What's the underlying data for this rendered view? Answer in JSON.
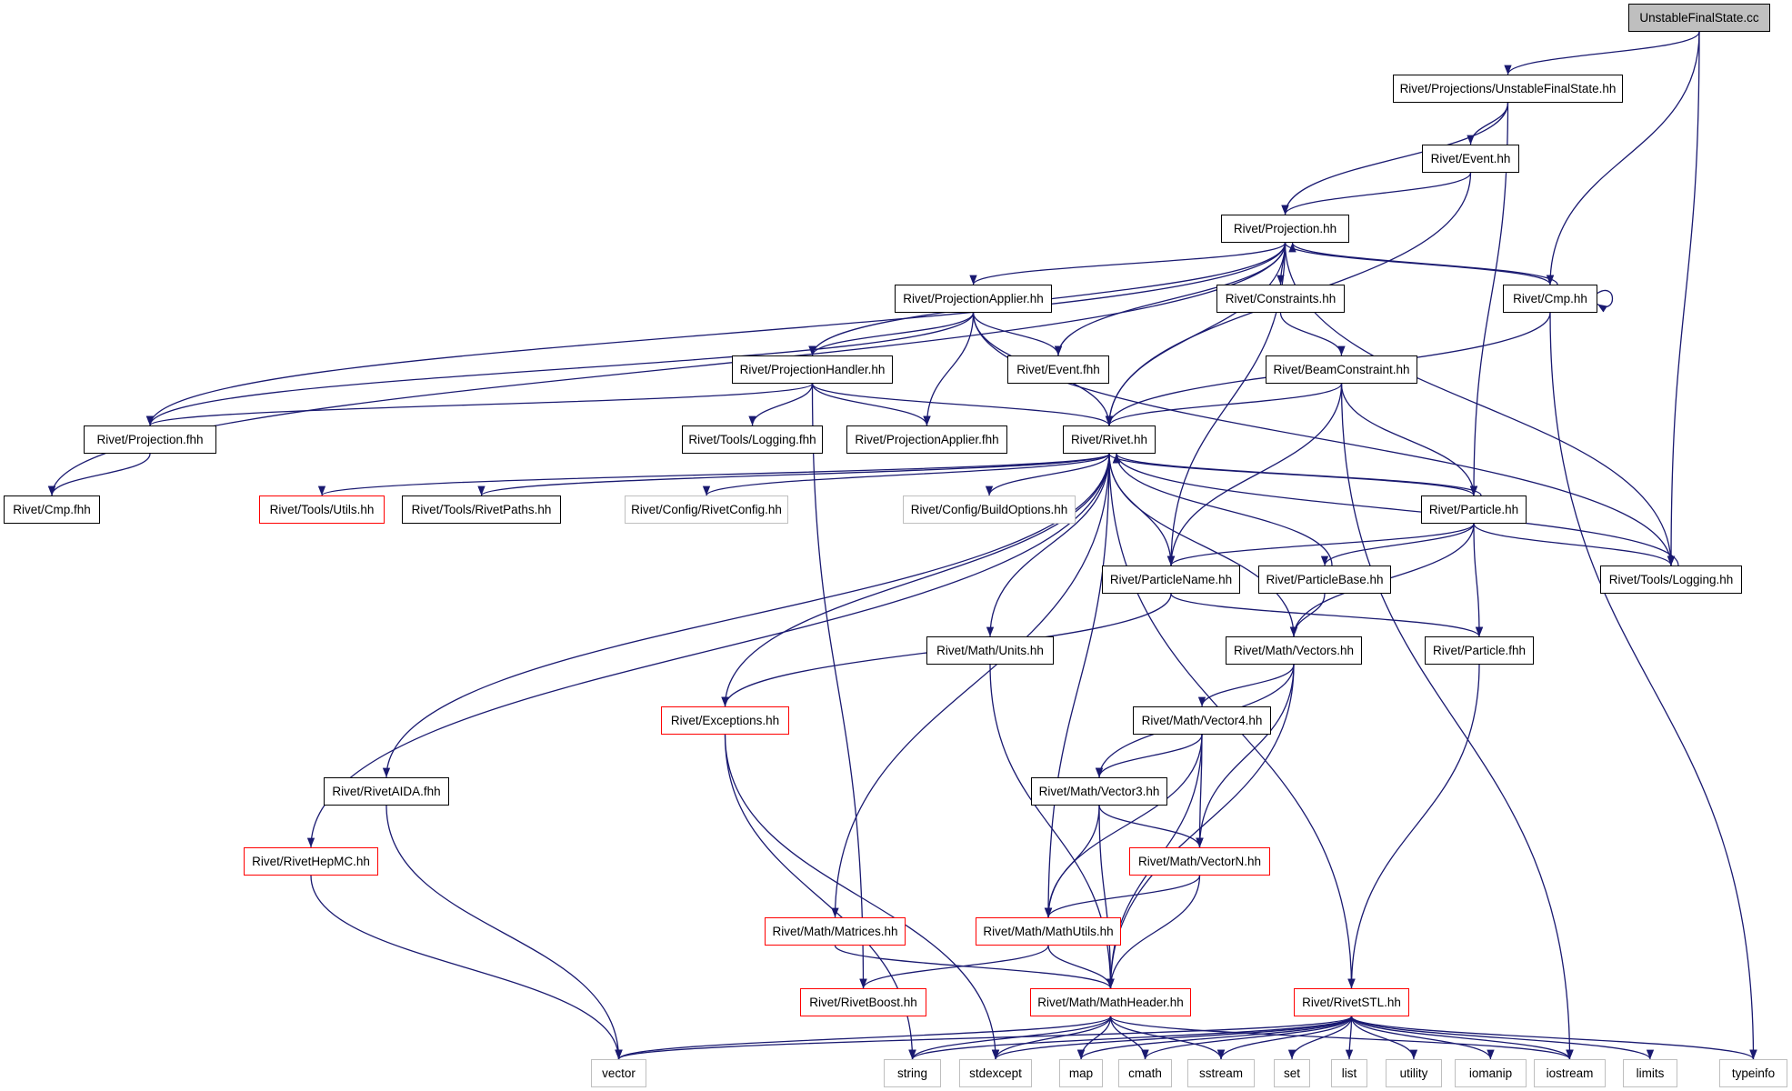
{
  "nodes": {
    "root": "UnstableFinalState.cc",
    "ufs_hh": "Rivet/Projections/UnstableFinalState.hh",
    "event_hh": "Rivet/Event.hh",
    "projection_hh": "Rivet/Projection.hh",
    "projapplier_hh": "Rivet/ProjectionApplier.hh",
    "constraints_hh": "Rivet/Constraints.hh",
    "cmp_hh": "Rivet/Cmp.hh",
    "projhandler_hh": "Rivet/ProjectionHandler.hh",
    "event_fhh": "Rivet/Event.fhh",
    "beamconstraint_hh": "Rivet/BeamConstraint.hh",
    "projection_fhh": "Rivet/Projection.fhh",
    "logging_fhh": "Rivet/Tools/Logging.fhh",
    "projapplier_fhh": "Rivet/ProjectionApplier.fhh",
    "rivet_hh": "Rivet/Rivet.hh",
    "cmp_fhh": "Rivet/Cmp.fhh",
    "utils_hh": "Rivet/Tools/Utils.hh",
    "rivetpaths_hh": "Rivet/Tools/RivetPaths.hh",
    "rivetconfig_hh": "Rivet/Config/RivetConfig.hh",
    "buildoptions_hh": "Rivet/Config/BuildOptions.hh",
    "particle_hh": "Rivet/Particle.hh",
    "particlename_hh": "Rivet/ParticleName.hh",
    "particlebase_hh": "Rivet/ParticleBase.hh",
    "logging_hh": "Rivet/Tools/Logging.hh",
    "units_hh": "Rivet/Math/Units.hh",
    "vectors_hh": "Rivet/Math/Vectors.hh",
    "particle_fhh": "Rivet/Particle.fhh",
    "exceptions_hh": "Rivet/Exceptions.hh",
    "vector4_hh": "Rivet/Math/Vector4.hh",
    "rivetaida_fhh": "Rivet/RivetAIDA.fhh",
    "vector3_hh": "Rivet/Math/Vector3.hh",
    "rivethepmc_hh": "Rivet/RivetHepMC.hh",
    "vectorn_hh": "Rivet/Math/VectorN.hh",
    "matrices_hh": "Rivet/Math/Matrices.hh",
    "mathutils_hh": "Rivet/Math/MathUtils.hh",
    "rivetboost_hh": "Rivet/RivetBoost.hh",
    "mathheader_hh": "Rivet/Math/MathHeader.hh",
    "rivetstl_hh": "Rivet/RivetSTL.hh",
    "vector": "vector",
    "string": "string",
    "stdexcept": "stdexcept",
    "map": "map",
    "cmath": "cmath",
    "sstream": "sstream",
    "set": "set",
    "list": "list",
    "utility": "utility",
    "iomanip": "iomanip",
    "iostream": "iostream",
    "limits": "limits",
    "typeinfo": "typeinfo"
  },
  "colors": {
    "edge": "#191970",
    "node_border": "#000000",
    "external_border": "#bfbfbf",
    "incomplete_border": "#ff0000",
    "root_fill": "#bfbfbf"
  },
  "edges": [
    [
      "root",
      "ufs_hh"
    ],
    [
      "root",
      "cmp_hh"
    ],
    [
      "root",
      "logging_hh"
    ],
    [
      "ufs_hh",
      "projection_hh"
    ],
    [
      "ufs_hh",
      "event_hh"
    ],
    [
      "ufs_hh",
      "particle_hh"
    ],
    [
      "event_hh",
      "projection_hh"
    ],
    [
      "event_hh",
      "rivet_hh"
    ],
    [
      "projection_hh",
      "projapplier_hh"
    ],
    [
      "projection_hh",
      "projhandler_hh"
    ],
    [
      "projection_hh",
      "event_fhh"
    ],
    [
      "projection_hh",
      "constraints_hh"
    ],
    [
      "projection_hh",
      "cmp_hh"
    ],
    [
      "projection_hh",
      "rivet_hh"
    ],
    [
      "projection_hh",
      "projection_fhh"
    ],
    [
      "projection_hh",
      "cmp_fhh"
    ],
    [
      "projection_hh",
      "particlename_hh"
    ],
    [
      "projection_hh",
      "logging_hh"
    ],
    [
      "cmp_hh",
      "projection_hh"
    ],
    [
      "cmp_hh",
      "cmp_hh"
    ],
    [
      "cmp_hh",
      "rivet_hh"
    ],
    [
      "cmp_hh",
      "typeinfo"
    ],
    [
      "projapplier_hh",
      "projhandler_hh"
    ],
    [
      "projapplier_hh",
      "event_fhh"
    ],
    [
      "projapplier_hh",
      "projapplier_fhh"
    ],
    [
      "projapplier_hh",
      "rivet_hh"
    ],
    [
      "projapplier_hh",
      "projection_fhh"
    ],
    [
      "projapplier_hh",
      "logging_hh"
    ],
    [
      "constraints_hh",
      "beamconstraint_hh"
    ],
    [
      "beamconstraint_hh",
      "rivet_hh"
    ],
    [
      "beamconstraint_hh",
      "particle_hh"
    ],
    [
      "beamconstraint_hh",
      "particlename_hh"
    ],
    [
      "beamconstraint_hh",
      "iostream"
    ],
    [
      "projhandler_hh",
      "logging_fhh"
    ],
    [
      "projhandler_hh",
      "projapplier_fhh"
    ],
    [
      "projhandler_hh",
      "rivet_hh"
    ],
    [
      "projhandler_hh",
      "projection_fhh"
    ],
    [
      "projhandler_hh",
      "rivetboost_hh"
    ],
    [
      "projection_fhh",
      "cmp_fhh"
    ],
    [
      "rivet_hh",
      "utils_hh"
    ],
    [
      "rivet_hh",
      "rivetpaths_hh"
    ],
    [
      "rivet_hh",
      "rivetconfig_hh"
    ],
    [
      "rivet_hh",
      "buildoptions_hh"
    ],
    [
      "rivet_hh",
      "particle_hh"
    ],
    [
      "rivet_hh",
      "particlename_hh"
    ],
    [
      "rivet_hh",
      "units_hh"
    ],
    [
      "rivet_hh",
      "vectors_hh"
    ],
    [
      "rivet_hh",
      "exceptions_hh"
    ],
    [
      "rivet_hh",
      "matrices_hh"
    ],
    [
      "rivet_hh",
      "rivetaida_fhh"
    ],
    [
      "rivet_hh",
      "rivethepmc_hh"
    ],
    [
      "rivet_hh",
      "mathutils_hh"
    ],
    [
      "rivet_hh",
      "rivetstl_hh"
    ],
    [
      "particle_hh",
      "rivet_hh"
    ],
    [
      "particle_hh",
      "particlename_hh"
    ],
    [
      "particle_hh",
      "particlebase_hh"
    ],
    [
      "particle_hh",
      "logging_hh"
    ],
    [
      "particle_hh",
      "vectors_hh"
    ],
    [
      "particle_hh",
      "particle_fhh"
    ],
    [
      "particlebase_hh",
      "rivet_hh"
    ],
    [
      "particlebase_hh",
      "vectors_hh"
    ],
    [
      "logging_hh",
      "rivet_hh"
    ],
    [
      "particlename_hh",
      "particle_fhh"
    ],
    [
      "particlename_hh",
      "exceptions_hh"
    ],
    [
      "units_hh",
      "mathheader_hh"
    ],
    [
      "vectors_hh",
      "vector4_hh"
    ],
    [
      "vectors_hh",
      "vector3_hh"
    ],
    [
      "vectors_hh",
      "vectorn_hh"
    ],
    [
      "vectors_hh",
      "mathheader_hh"
    ],
    [
      "particle_fhh",
      "rivetstl_hh"
    ],
    [
      "exceptions_hh",
      "string"
    ],
    [
      "exceptions_hh",
      "stdexcept"
    ],
    [
      "vector4_hh",
      "vector3_hh"
    ],
    [
      "vector4_hh",
      "vectorn_hh"
    ],
    [
      "vector4_hh",
      "mathutils_hh"
    ],
    [
      "vector4_hh",
      "mathheader_hh"
    ],
    [
      "vector3_hh",
      "vectorn_hh"
    ],
    [
      "vector3_hh",
      "mathutils_hh"
    ],
    [
      "vector3_hh",
      "mathheader_hh"
    ],
    [
      "vectorn_hh",
      "mathutils_hh"
    ],
    [
      "vectorn_hh",
      "mathheader_hh"
    ],
    [
      "rivetaida_fhh",
      "vector"
    ],
    [
      "rivethepmc_hh",
      "vector"
    ],
    [
      "matrices_hh",
      "mathheader_hh"
    ],
    [
      "mathutils_hh",
      "rivetboost_hh"
    ],
    [
      "mathutils_hh",
      "mathheader_hh"
    ],
    [
      "mathheader_hh",
      "vector"
    ],
    [
      "mathheader_hh",
      "string"
    ],
    [
      "mathheader_hh",
      "stdexcept"
    ],
    [
      "mathheader_hh",
      "map"
    ],
    [
      "mathheader_hh",
      "cmath"
    ],
    [
      "mathheader_hh",
      "sstream"
    ],
    [
      "mathheader_hh",
      "iostream"
    ],
    [
      "rivetstl_hh",
      "vector"
    ],
    [
      "rivetstl_hh",
      "string"
    ],
    [
      "rivetstl_hh",
      "stdexcept"
    ],
    [
      "rivetstl_hh",
      "map"
    ],
    [
      "rivetstl_hh",
      "cmath"
    ],
    [
      "rivetstl_hh",
      "sstream"
    ],
    [
      "rivetstl_hh",
      "set"
    ],
    [
      "rivetstl_hh",
      "list"
    ],
    [
      "rivetstl_hh",
      "utility"
    ],
    [
      "rivetstl_hh",
      "iomanip"
    ],
    [
      "rivetstl_hh",
      "iostream"
    ],
    [
      "rivetstl_hh",
      "limits"
    ],
    [
      "rivetstl_hh",
      "typeinfo"
    ]
  ]
}
